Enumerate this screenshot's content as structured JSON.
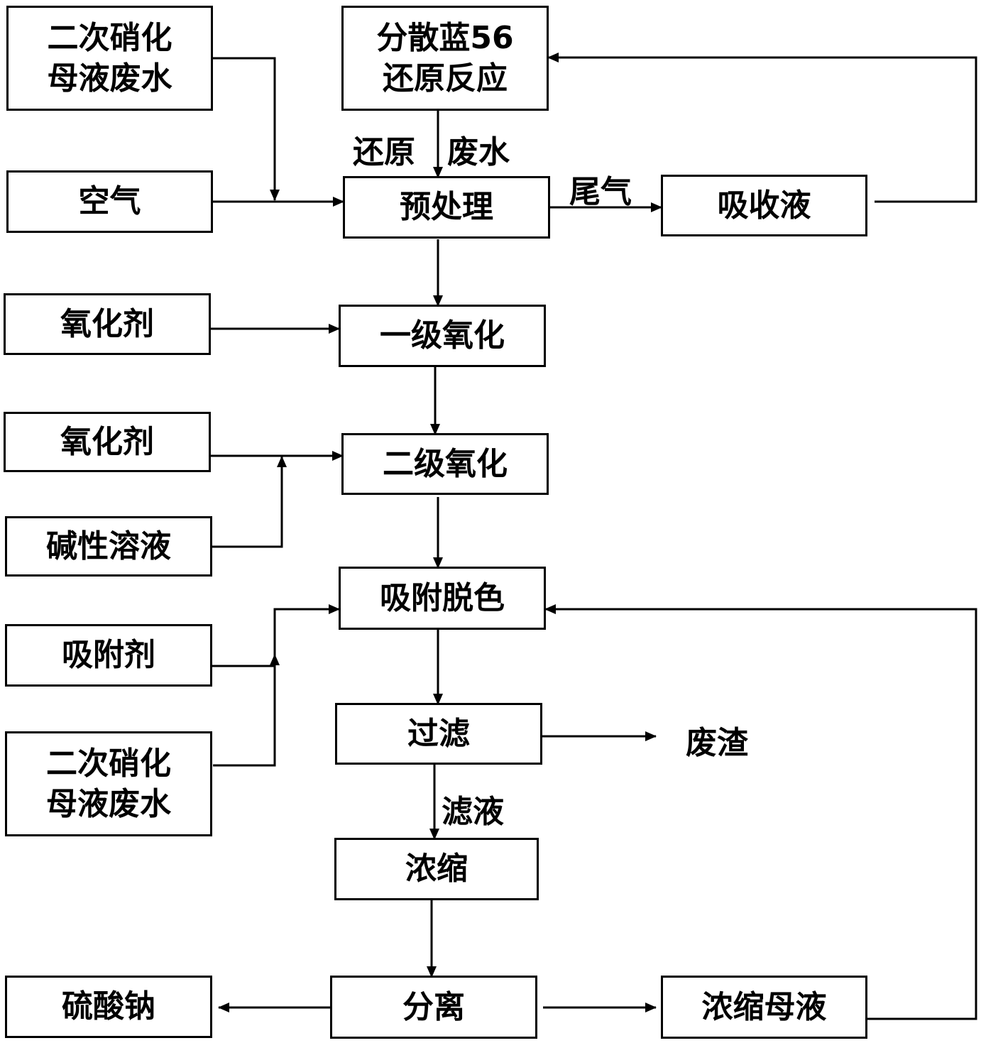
{
  "diagram": {
    "title": "",
    "nodes": {
      "secondary_nitration_wastewater_top": [
        "二次硝化",
        "母液废水"
      ],
      "air": "空气",
      "disperse_blue_reduction": [
        "分散蓝56",
        "还原反应"
      ],
      "pretreatment": "预处理",
      "absorption_liquid": "吸收液",
      "oxidant_1": "氧化剂",
      "primary_oxidation": "一级氧化",
      "oxidant_2": "氧化剂",
      "secondary_oxidation": "二级氧化",
      "alkaline_solution": "碱性溶液",
      "adsorption_decolorization": "吸附脱色",
      "adsorbent": "吸附剂",
      "secondary_nitration_wastewater_bottom": [
        "二次硝化",
        "母液废水"
      ],
      "filtration": "过滤",
      "waste_residue": "废渣",
      "concentration": "浓缩",
      "separation": "分离",
      "sodium_sulfate": "硫酸钠",
      "concentrated_mother_liquor": "浓缩母液"
    },
    "edge_labels": {
      "reduction_left": "还原",
      "wastewater_right": "废水",
      "tail_gas": "尾气",
      "filtrate": "滤液"
    },
    "edges": [
      {
        "from": "secondary_nitration_wastewater_top",
        "to": "pretreatment",
        "via": "air-line junction"
      },
      {
        "from": "air",
        "to": "pretreatment"
      },
      {
        "from": "disperse_blue_reduction",
        "to": "pretreatment",
        "label": "还原 废水"
      },
      {
        "from": "pretreatment",
        "to": "absorption_liquid",
        "label": "尾气"
      },
      {
        "from": "absorption_liquid",
        "to": "disperse_blue_reduction"
      },
      {
        "from": "pretreatment",
        "to": "primary_oxidation"
      },
      {
        "from": "oxidant_1",
        "to": "primary_oxidation"
      },
      {
        "from": "primary_oxidation",
        "to": "secondary_oxidation"
      },
      {
        "from": "oxidant_2",
        "to": "secondary_oxidation"
      },
      {
        "from": "alkaline_solution",
        "to": "secondary_oxidation",
        "via": "oxidant line junction"
      },
      {
        "from": "secondary_oxidation",
        "to": "adsorption_decolorization"
      },
      {
        "from": "adsorbent",
        "to": "adsorption_decolorization"
      },
      {
        "from": "secondary_nitration_wastewater_bottom",
        "to": "adsorption_decolorization",
        "via": "adsorbent line junction"
      },
      {
        "from": "adsorption_decolorization",
        "to": "filtration"
      },
      {
        "from": "filtration",
        "to": "waste_residue"
      },
      {
        "from": "filtration",
        "to": "concentration",
        "label": "滤液"
      },
      {
        "from": "concentration",
        "to": "separation"
      },
      {
        "from": "separation",
        "to": "sodium_sulfate"
      },
      {
        "from": "separation",
        "to": "concentrated_mother_liquor"
      },
      {
        "from": "concentrated_mother_liquor",
        "to": "adsorption_decolorization"
      }
    ]
  }
}
